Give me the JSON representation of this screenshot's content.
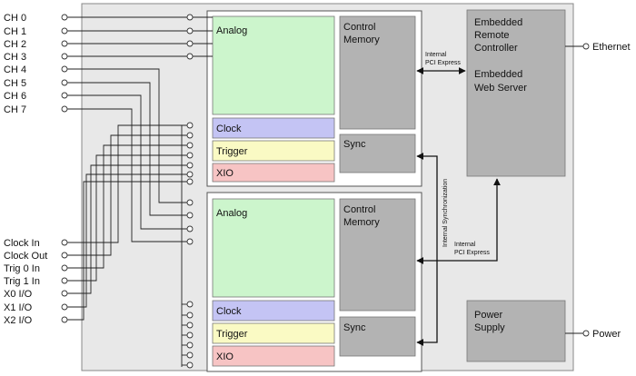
{
  "channels": {
    "ch0": "CH 0",
    "ch1": "CH 1",
    "ch2": "CH 2",
    "ch3": "CH 3",
    "ch4": "CH 4",
    "ch5": "CH 5",
    "ch6": "CH 6",
    "ch7": "CH 7"
  },
  "signals": {
    "clock_in": "Clock In",
    "clock_out": "Clock Out",
    "trig0_in": "Trig 0 In",
    "trig1_in": "Trig 1 In",
    "x0": "X0 I/O",
    "x1": "X1 I/O",
    "x2": "X2 I/O"
  },
  "module_top": {
    "analog": "Analog",
    "clock": "Clock",
    "trigger": "Trigger",
    "xio": "XIO",
    "control_memory_1": "Control",
    "control_memory_2": "Memory",
    "sync": "Sync"
  },
  "module_bottom": {
    "analog": "Analog",
    "clock": "Clock",
    "trigger": "Trigger",
    "xio": "XIO",
    "control_memory_1": "Control",
    "control_memory_2": "Memory",
    "sync": "Sync"
  },
  "controller": {
    "line1": "Embedded",
    "line2": "Remote",
    "line3": "Controller",
    "line4": "Embedded",
    "line5": "Web Server"
  },
  "power_supply": {
    "line1": "Power",
    "line2": "Supply"
  },
  "ports": {
    "ethernet": "Ethernet",
    "power": "Power"
  },
  "links": {
    "top_pcie_1": "Internal",
    "top_pcie_2": "PCI Express",
    "bottom_pcie_1": "Internal",
    "bottom_pcie_2": "PCI Express",
    "internal_sync": "Internal Synchronization"
  },
  "colors": {
    "chassis": "#e8e8e8",
    "analog": "#ccf5cc",
    "clock": "#c4c4f4",
    "trigger": "#fafac4",
    "xio": "#f7c4c4",
    "gray_block": "#b3b3b3"
  }
}
